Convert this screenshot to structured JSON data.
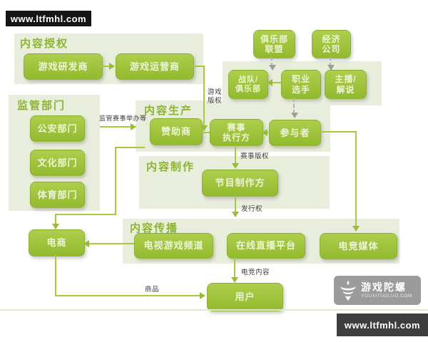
{
  "watermarks": {
    "top": "www.ltfmhl.com",
    "bottom": "www.ltfmhl.com"
  },
  "logo": {
    "name": "游戏陀螺",
    "url_text": "YOUXITUOLUO.COM"
  },
  "sections": {
    "auth": "内容授权",
    "regulate": "监管部门",
    "produce": "内容生产",
    "create": "内容制作",
    "spread": "内容传播"
  },
  "nodes": {
    "game_developer": "游戏研发商",
    "game_operator": "游戏运营商",
    "club_alliance": "俱乐部\n联盟",
    "economic_company": "经济\n公司",
    "team_club": "战队/\n俱乐部",
    "pro_player": "职业\n选手",
    "host_commentator": "主播/\n解说",
    "public_security": "公安部门",
    "culture_dept": "文化部门",
    "sports_dept": "体育部门",
    "sponsor": "赞助商",
    "event_executor": "赛事\n执行方",
    "participant": "参与者",
    "program_producer": "节目制作方",
    "ecommerce": "电商",
    "tv_game_channel": "电视游戏频道",
    "live_platform": "在线直播平台",
    "esports_media": "电竞媒体",
    "user": "用户"
  },
  "edge_labels": {
    "regulate_events": "监管赛事举办等",
    "game_copyright": "游戏\n版权",
    "event_copyright": "赛事版权",
    "distribution_right": "发行权",
    "esports_content": "电竞内容",
    "goods": "商品"
  },
  "colors": {
    "node_green": "#9ec23a",
    "panel_green": "#e9eddb",
    "title_green": "#8bb52e",
    "line_green": "#a9c83e",
    "dash_gray": "#b3b3b3",
    "bar_black": "#161616",
    "logo_gray": "#9b9b9b"
  }
}
